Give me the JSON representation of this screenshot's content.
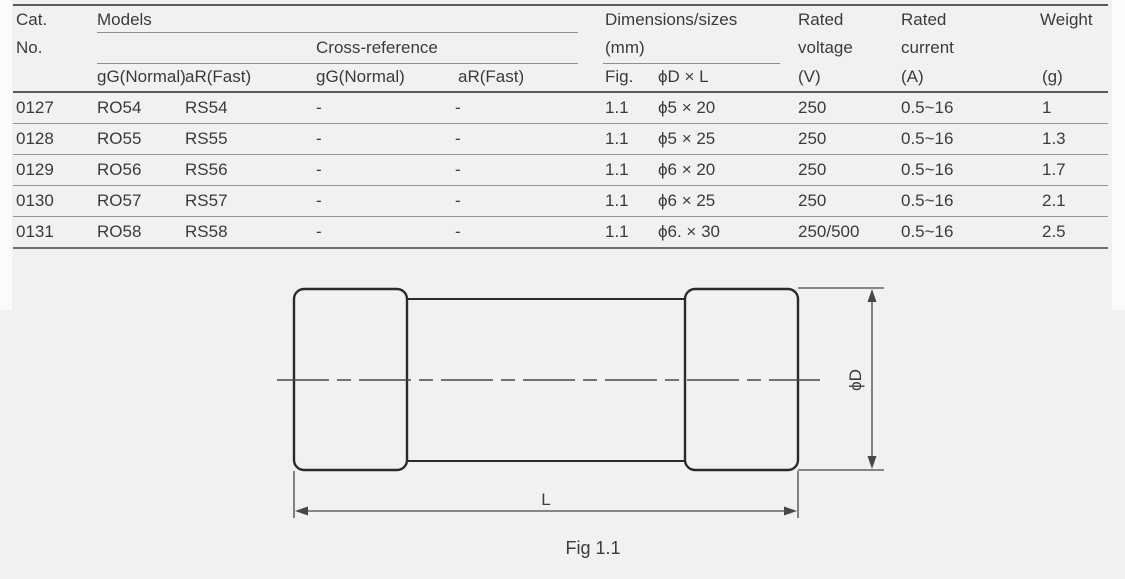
{
  "page": {
    "background": "#f0f1f1"
  },
  "colors": {
    "text": "#3a3b3f",
    "rule_light": "#8d8d92",
    "rule_heavy": "#5a5b5f",
    "drawing_stroke": "#292a2e",
    "dimension_stroke": "#46474c"
  },
  "table": {
    "header": {
      "cat_line1": "Cat.",
      "cat_line2": "No.",
      "models": "Models",
      "cross_reference": "Cross-reference",
      "dimensions_line1": "Dimensions/sizes",
      "dimensions_line2": "(mm)",
      "rated_voltage_line1": "Rated",
      "rated_voltage_line2": "voltage",
      "rated_voltage_unit": "(V)",
      "rated_current_line1": "Rated",
      "rated_current_line2": "current",
      "rated_current_unit": "(A)",
      "weight": "Weight",
      "weight_unit": "(g)",
      "sub": {
        "models_gg": "gG(Normal)",
        "models_ar": "aR(Fast)",
        "cross_gg": "gG(Normal)",
        "cross_ar": "aR(Fast)",
        "fig": "Fig.",
        "dxl": "ϕD × L"
      }
    },
    "rows": [
      [
        "0127",
        "RO54",
        "RS54",
        "-",
        "-",
        "1.1",
        "ϕ5 × 20",
        "250",
        "0.5~16",
        "1"
      ],
      [
        "0128",
        "RO55",
        "RS55",
        "-",
        "-",
        "1.1",
        "ϕ5 × 25",
        "250",
        "0.5~16",
        "1.3"
      ],
      [
        "0129",
        "RO56",
        "RS56",
        "-",
        "-",
        "1.1",
        "ϕ6 × 20",
        "250",
        "0.5~16",
        "1.7"
      ],
      [
        "0130",
        "RO57",
        "RS57",
        "-",
        "-",
        "1.1",
        "ϕ6 × 25",
        "250",
        "0.5~16",
        "2.1"
      ],
      [
        "0131",
        "RO58",
        "RS58",
        "-",
        "-",
        "1.1",
        "ϕ6. × 30",
        "250/500",
        "0.5~16",
        "2.5"
      ]
    ]
  },
  "figure": {
    "diameter_label": "ϕD",
    "length_label": "L",
    "caption": "Fig 1.1"
  }
}
